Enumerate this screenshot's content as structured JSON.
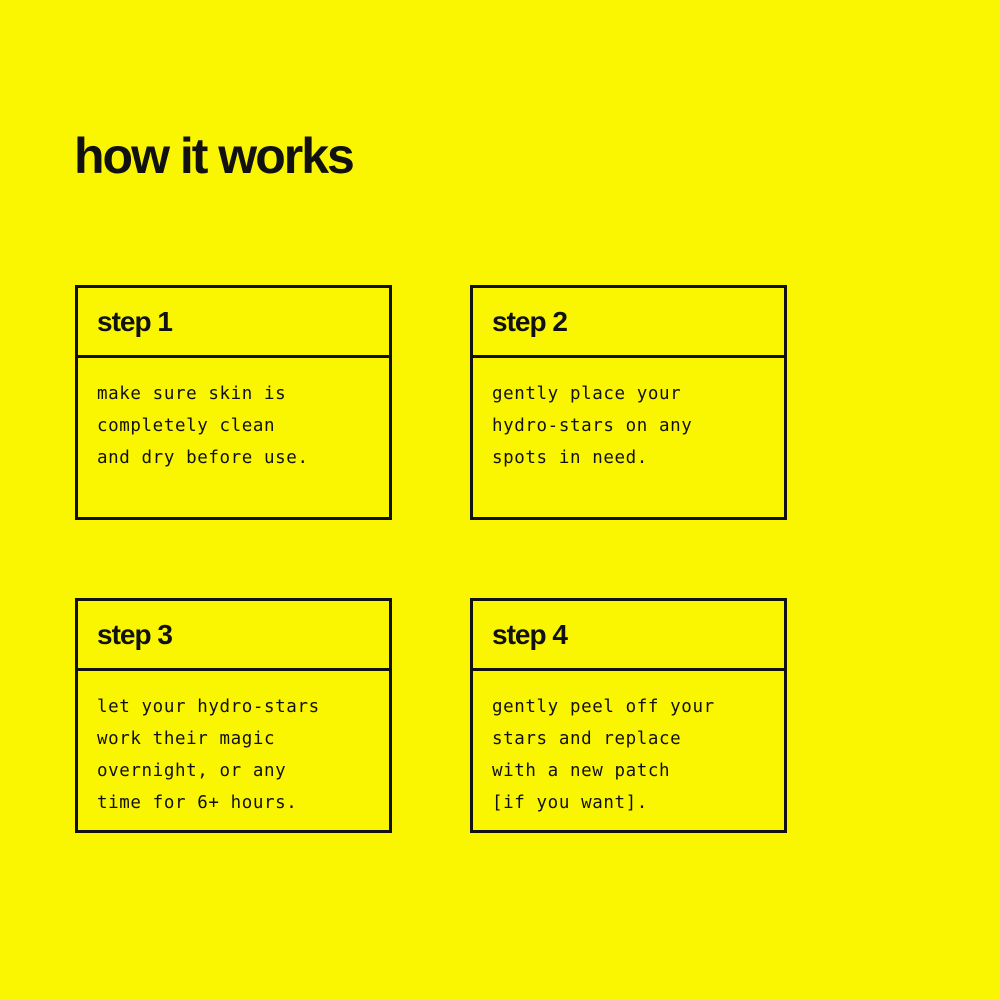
{
  "theme": {
    "background_color": "#faf500",
    "ink_color": "#111111"
  },
  "header": {
    "title": "how it works"
  },
  "steps": [
    {
      "title": "step 1",
      "text": "make sure skin is\ncompletely clean\nand dry before use."
    },
    {
      "title": "step 2",
      "text": "gently place your\nhydro-stars on any\nspots in need."
    },
    {
      "title": "step 3",
      "text": "let your hydro-stars\nwork their magic\novernight, or any\ntime for 6+ hours."
    },
    {
      "title": "step 4",
      "text": "gently peel off your\nstars and replace\nwith a new patch\n[if you want]."
    }
  ]
}
